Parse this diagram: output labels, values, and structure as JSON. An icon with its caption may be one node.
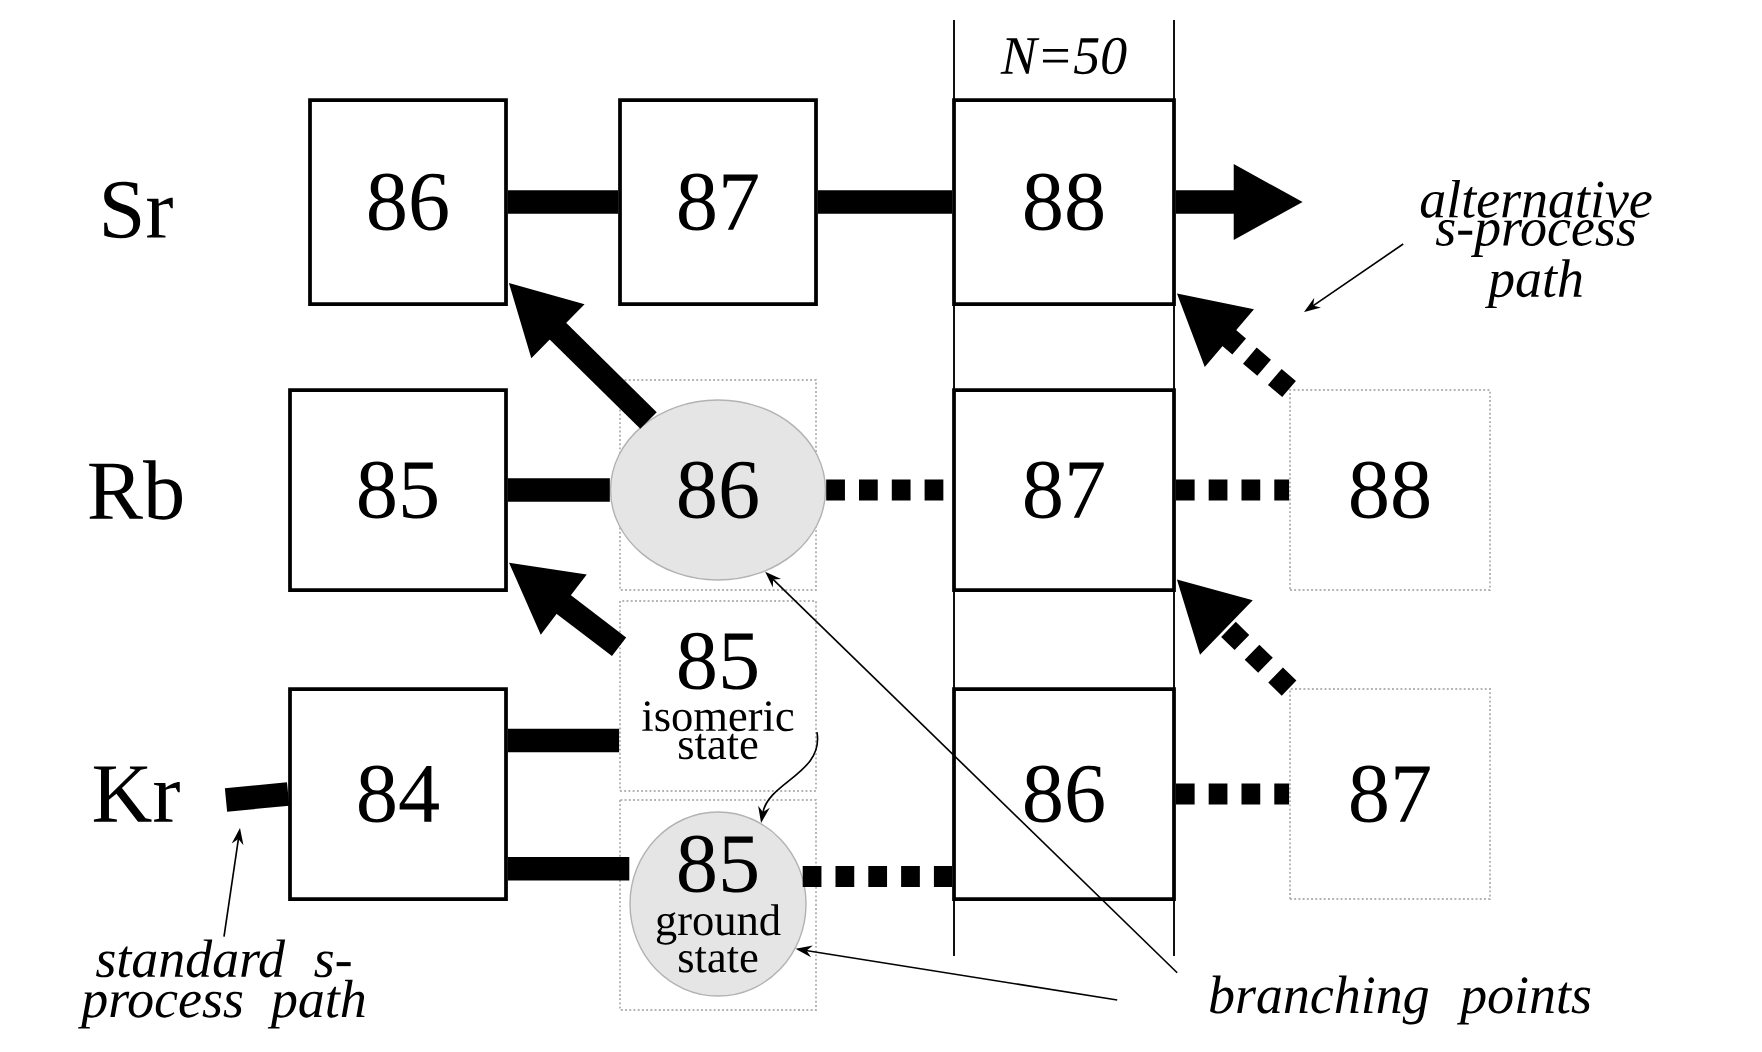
{
  "diagram": {
    "nodes": [
      {
        "text": [
          "86"
        ]
      },
      {
        "text": [
          "87"
        ]
      },
      {
        "text": [
          "88"
        ]
      },
      {
        "text": [
          "85"
        ]
      },
      {
        "text": [
          "86"
        ]
      },
      {
        "text": [
          "87"
        ]
      },
      {
        "text": [
          "88"
        ]
      },
      {
        "text": [
          "84"
        ]
      },
      {
        "text": [
          "85",
          "isomeric state"
        ]
      },
      {
        "text": [
          "85",
          "ground state"
        ]
      },
      {
        "text": [
          "86"
        ]
      },
      {
        "text": [
          "87"
        ]
      },
      {
        "text": [
          "standard s-process path"
        ]
      },
      {
        "text": [
          "alternative s-process path"
        ]
      },
      {
        "text": [
          "branching points"
        ]
      }
    ],
    "edges": [
      {
        "from": 0,
        "to": 1,
        "arrow": "none"
      },
      {
        "from": 1,
        "to": 2,
        "arrow": "none"
      },
      {
        "from": 2,
        "to": null,
        "arrow": "to"
      },
      {
        "from": 4,
        "to": 0,
        "arrow": "to"
      },
      {
        "from": 6,
        "to": 2,
        "arrow": "to",
        "style": "dashed"
      },
      {
        "from": 3,
        "to": 4,
        "arrow": "none"
      },
      {
        "from": 4,
        "to": 5,
        "arrow": "none",
        "style": "dashed"
      },
      {
        "from": 5,
        "to": 6,
        "arrow": "none",
        "style": "dashed"
      },
      {
        "from": 8,
        "to": 3,
        "arrow": "to"
      },
      {
        "from": 11,
        "to": 5,
        "arrow": "to",
        "style": "dashed"
      },
      {
        "from": null,
        "to": 7,
        "arrow": "none"
      },
      {
        "from": 7,
        "to": 8,
        "arrow": "none"
      },
      {
        "from": 7,
        "to": 9,
        "arrow": "none"
      },
      {
        "from": 8,
        "to": 9,
        "arrow": "to"
      },
      {
        "from": 9,
        "to": 10,
        "arrow": "none",
        "style": "dashed"
      },
      {
        "from": 10,
        "to": 11,
        "arrow": "none",
        "style": "dashed"
      },
      {
        "from": 12,
        "to": null,
        "arrow": "to"
      },
      {
        "from": 13,
        "to": null,
        "arrow": "to"
      },
      {
        "from": 14,
        "to": 4,
        "arrow": "to"
      },
      {
        "from": 14,
        "to": 9,
        "arrow": "to"
      }
    ],
    "labels": [
      "N=50",
      "Sr",
      "Rb",
      "Kr"
    ]
  }
}
